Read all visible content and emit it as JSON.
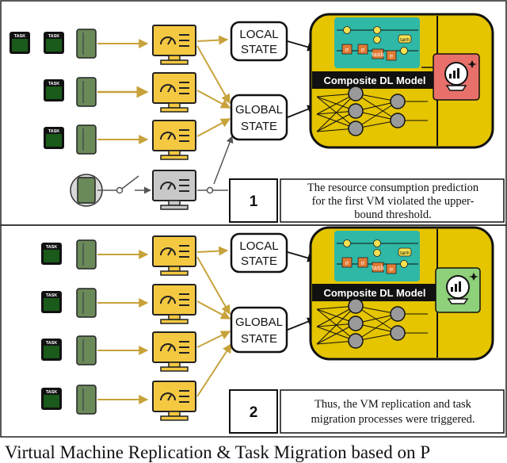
{
  "panel1": {
    "local_state": [
      "LOCAL",
      "STATE"
    ],
    "global_state": [
      "GLOBAL",
      "STATE"
    ],
    "model_label": "Composite DL Model",
    "number": "1",
    "caption": [
      "The resource consumption prediction",
      "for the first VM violated the upper-",
      "bound threshold."
    ]
  },
  "panel2": {
    "local_state": [
      "LOCAL",
      "STATE"
    ],
    "global_state": [
      "GLOBAL",
      "STATE"
    ],
    "model_label": "Composite DL Model",
    "number": "2",
    "caption": [
      "Thus, the VM replication and task",
      "migration processes were triggered."
    ]
  },
  "icons": {
    "task_label": "TASK",
    "gate_sigma": "σ",
    "gate_tanh": "tanh",
    "gate_mult": "×",
    "gate_plus": "+"
  },
  "colors": {
    "model_border": "#111111",
    "model_fill": "#e5c400",
    "lstm_panel": "#2fb8a6",
    "gate_box": "#e07b35",
    "alert_red": "#e8706a",
    "ok_green": "#8fd07a",
    "monitor_yellow": "#f5c842",
    "monitor_gray": "#c8c8c8",
    "server_green": "#6a8a5a",
    "arrow": "#c7a23a"
  },
  "bottom_caption": "Virtual Machine Replication & Task Migration based on P"
}
